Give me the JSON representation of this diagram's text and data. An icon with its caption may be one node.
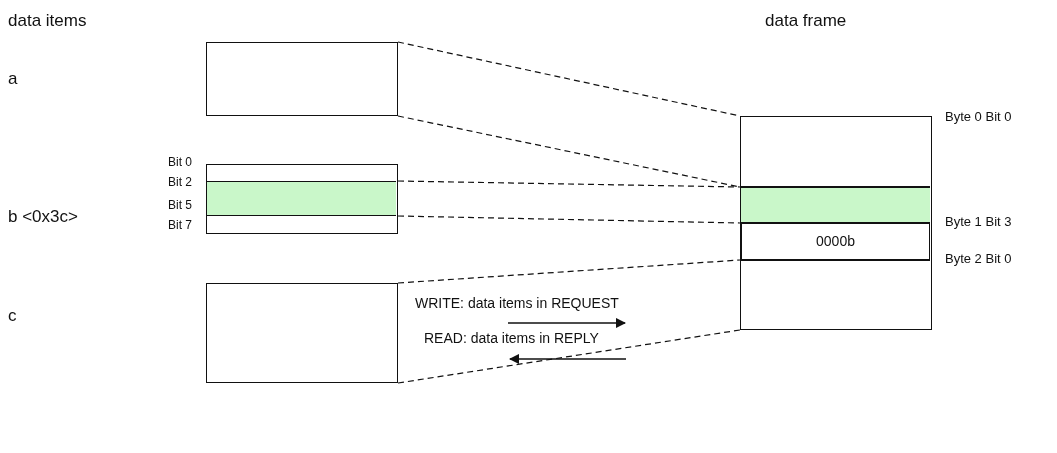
{
  "diagram": {
    "nodes": [
      {
        "text": [],
        "shape": "box"
      },
      {
        "text": [],
        "shape": "box"
      },
      {
        "text": [],
        "shape": "bar",
        "in": 1
      },
      {
        "text": [],
        "shape": "box"
      },
      {
        "text": [],
        "shape": "box"
      },
      {
        "text": [],
        "shape": "bar",
        "in": 4
      },
      {
        "text": [],
        "shape": "bar",
        "in": 4
      },
      {
        "text": [
          "0000b"
        ],
        "in": 4
      },
      {
        "text": [],
        "shape": "bar",
        "in": 4
      }
    ],
    "edges": [
      {
        "from": 0,
        "to": 5,
        "arrow": "none",
        "style": "dashed"
      },
      {
        "from": 0,
        "to": 5,
        "arrow": "none",
        "style": "dashed"
      },
      {
        "from": 2,
        "to": 6,
        "arrow": "none",
        "style": "dashed"
      },
      {
        "from": 2,
        "to": 6,
        "arrow": "none",
        "style": "dashed"
      },
      {
        "from": 3,
        "to": 8,
        "arrow": "none",
        "style": "dashed"
      },
      {
        "from": 3,
        "to": 8,
        "arrow": "none",
        "style": "dashed"
      }
    ],
    "labels": [
      "data items",
      "data frame",
      "a",
      "b <0x3c>",
      "c",
      "Bit 0",
      "Bit 2",
      "Bit 5",
      "Bit 7",
      "Byte 0 Bit 0",
      "Byte 1 Bit 3",
      "Byte 2 Bit 0",
      "WRITE: data items in REQUEST",
      "READ: data items in REPLY"
    ]
  }
}
